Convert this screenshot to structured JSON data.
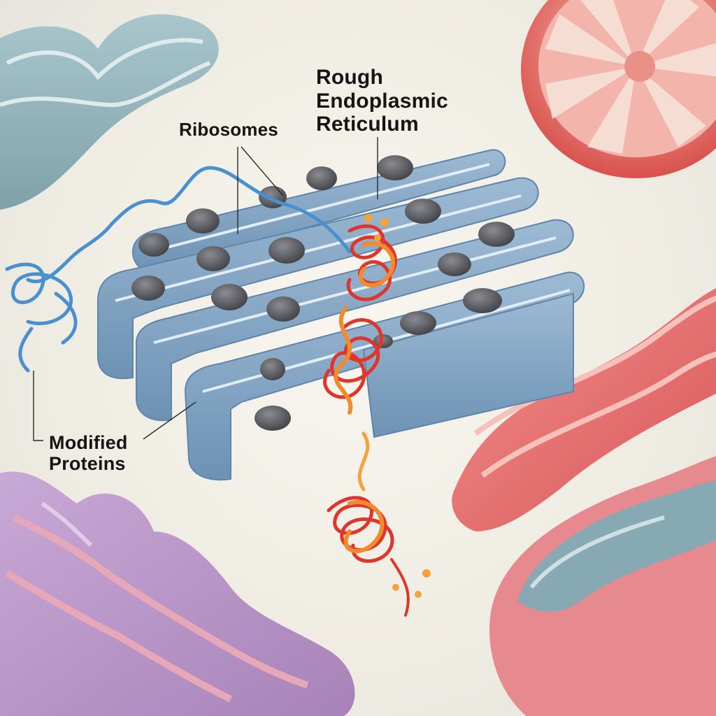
{
  "figure": {
    "subject": "Rough endoplasmic reticulum with ribosomes producing modified proteins",
    "labels": [
      {
        "id": "rough-er",
        "text": "Rough Endoplasmic Reticulum",
        "lines": [
          "Rough",
          "Endoplasmic",
          "Reticulum"
        ]
      },
      {
        "id": "ribosomes",
        "text": "Ribosomes"
      },
      {
        "id": "modified-proteins",
        "text": "Modified Proteins",
        "lines": [
          "Modified",
          "Proteins"
        ]
      }
    ],
    "colors": {
      "background": "#f1eee6",
      "er_membrane": "#7ea3c2",
      "er_membrane_dark": "#5b83a6",
      "ribosome": "#5a5c60",
      "mrna_strand": "#4a90d0",
      "protein_red": "#e0352b",
      "protein_orange": "#f28a2e",
      "golgi_red": "#e07070",
      "mitochondrion": "#e8706a",
      "purple_organelle": "#b79ac4",
      "teal_organelle": "#8fb0b8",
      "label_text": "#151515"
    }
  }
}
